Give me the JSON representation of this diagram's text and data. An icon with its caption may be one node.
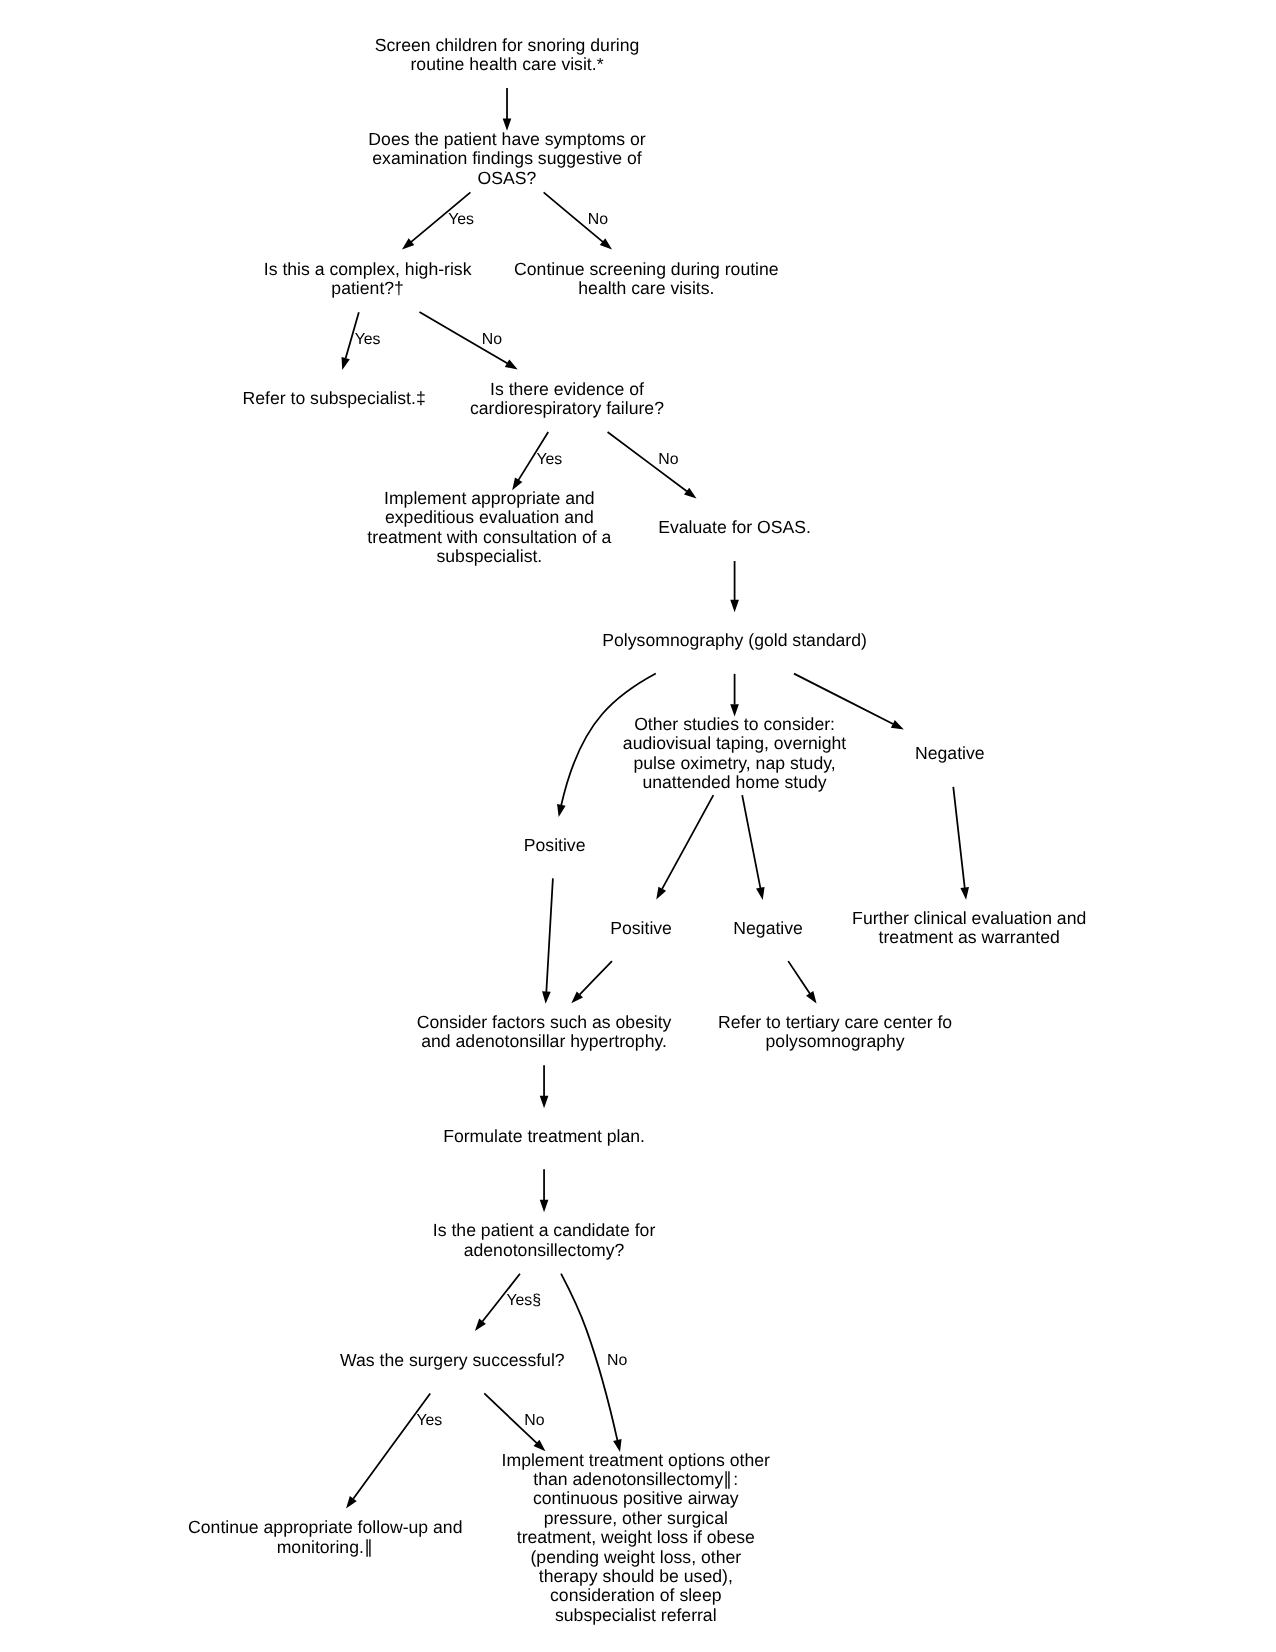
{
  "diagram": {
    "nodes": [
      {
        "text": [
          "Screen children for snoring during routine health care visit.*"
        ]
      },
      {
        "text": [
          "Does the patient have symptoms or examination findings suggestive of OSAS?"
        ]
      },
      {
        "text": [
          "Is this a complex, high-risk patient?†"
        ]
      },
      {
        "text": [
          "Continue screening during routine health care visits."
        ]
      },
      {
        "text": [
          "Refer to subspecialist.‡"
        ]
      },
      {
        "text": [
          "Is there evidence of cardiorespiratory failure?"
        ]
      },
      {
        "text": [
          "Implement appropriate and expeditious evaluation and treatment with consultation of a subspecialist."
        ]
      },
      {
        "text": [
          "Evaluate for OSAS."
        ]
      },
      {
        "text": [
          "Polysomnography (gold standard)"
        ]
      },
      {
        "text": [
          "Other studies to consider: audiovisual taping, overnight pulse oximetry, nap study, unattended home study"
        ]
      },
      {
        "text": [
          "Negative"
        ]
      },
      {
        "text": [
          "Positive"
        ]
      },
      {
        "text": [
          "Positive"
        ]
      },
      {
        "text": [
          "Negative"
        ]
      },
      {
        "text": [
          "Further clinical evaluation and treatment as warranted"
        ]
      },
      {
        "text": [
          "Consider factors such as obesity and adenotonsillar hypertrophy."
        ]
      },
      {
        "text": [
          "Refer to tertiary care center fo polysomnography"
        ]
      },
      {
        "text": [
          "Formulate treatment plan."
        ]
      },
      {
        "text": [
          "Is the patient a candidate for adenotonsillectomy?"
        ]
      },
      {
        "text": [
          "Was the surgery successful?"
        ]
      },
      {
        "text": [
          "Implement treatment options other than adenotonsillectomy∥: continuous positive airway pressure, other surgical treatment, weight loss if obese (pending weight loss, other therapy should be used), consideration of sleep subspecialist referral"
        ]
      },
      {
        "text": [
          "Continue appropriate follow-up and monitoring.∥"
        ]
      }
    ],
    "edges": [
      {
        "from": 0,
        "to": 1,
        "arrow": "to"
      },
      {
        "from": 1,
        "to": 2,
        "arrow": "to",
        "label": "Yes"
      },
      {
        "from": 1,
        "to": 3,
        "arrow": "to",
        "label": "No"
      },
      {
        "from": 2,
        "to": 4,
        "arrow": "to",
        "label": "Yes"
      },
      {
        "from": 2,
        "to": 5,
        "arrow": "to",
        "label": "No"
      },
      {
        "from": 5,
        "to": 6,
        "arrow": "to",
        "label": "Yes"
      },
      {
        "from": 5,
        "to": 7,
        "arrow": "to",
        "label": "No"
      },
      {
        "from": 7,
        "to": 8,
        "arrow": "to"
      },
      {
        "from": 8,
        "to": 9,
        "arrow": "to"
      },
      {
        "from": 8,
        "to": 10,
        "arrow": "to"
      },
      {
        "from": 8,
        "to": 11,
        "arrow": "to"
      },
      {
        "from": 9,
        "to": 12,
        "arrow": "to"
      },
      {
        "from": 9,
        "to": 13,
        "arrow": "to"
      },
      {
        "from": 10,
        "to": 14,
        "arrow": "to"
      },
      {
        "from": 11,
        "to": 15,
        "arrow": "to"
      },
      {
        "from": 12,
        "to": 15,
        "arrow": "to"
      },
      {
        "from": 13,
        "to": 16,
        "arrow": "to"
      },
      {
        "from": 15,
        "to": 17,
        "arrow": "to"
      },
      {
        "from": 17,
        "to": 18,
        "arrow": "to"
      },
      {
        "from": 18,
        "to": 19,
        "arrow": "to",
        "label": "Yes§"
      },
      {
        "from": 18,
        "to": 20,
        "arrow": "to",
        "label": "No"
      },
      {
        "from": 19,
        "to": 20,
        "arrow": "to",
        "label": "No"
      },
      {
        "from": 19,
        "to": 21,
        "arrow": "to",
        "label": "Yes"
      }
    ]
  }
}
